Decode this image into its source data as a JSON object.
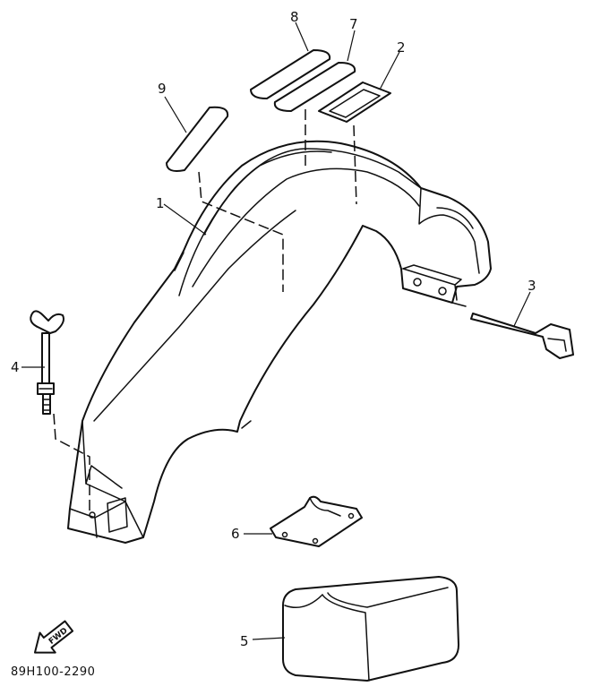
{
  "callouts": {
    "p1": "1",
    "p2": "2",
    "p3": "3",
    "p4": "4",
    "p5": "5",
    "p6": "6",
    "p7": "7",
    "p8": "8",
    "p9": "9"
  },
  "fwd_label": "FWD",
  "drawing_code": "89H100-2290"
}
